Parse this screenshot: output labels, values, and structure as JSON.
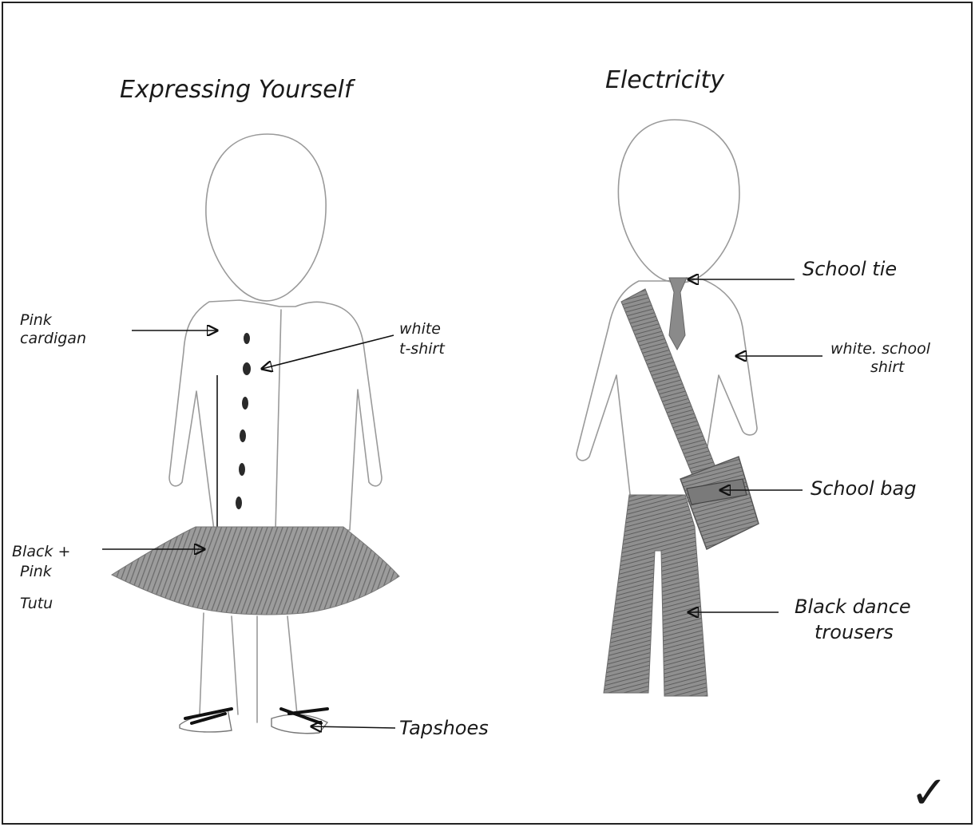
{
  "left_figure": {
    "title": "Expressing Yourself",
    "labels": {
      "pink_cardigan": [
        "Pink",
        "cardigan"
      ],
      "white_tshirt": [
        "white",
        "t-shirt"
      ],
      "tutu": [
        "Black +",
        "Pink",
        "Tutu"
      ],
      "tapshoes": "Tapshoes"
    }
  },
  "right_figure": {
    "title": "Electricity",
    "labels": {
      "school_tie": "School tie",
      "school_shirt": [
        "white. school",
        "shirt"
      ],
      "school_bag": "School bag",
      "trousers": [
        "Black dance",
        "trousers"
      ]
    }
  },
  "check_mark": "✓",
  "colors": {
    "pencil": "#9a9a9a",
    "ink": "#111111",
    "shading": "#6e6e6e"
  }
}
